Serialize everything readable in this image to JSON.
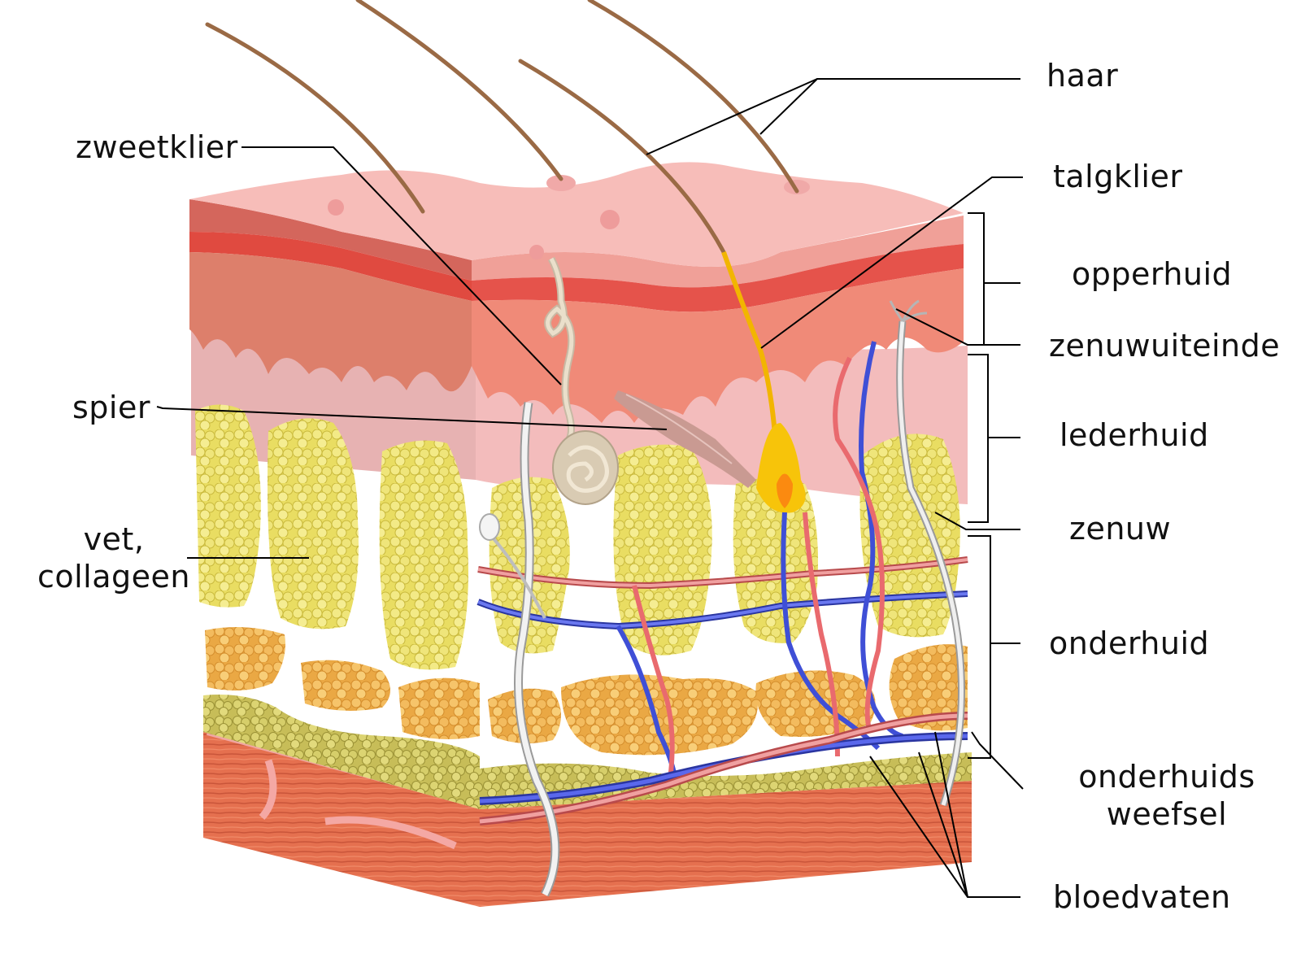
{
  "labels": {
    "haar": "haar",
    "zweetklier": "zweetklier",
    "talgklier": "talgklier",
    "opperhuid": "opperhuid",
    "zenuwuiteinde": "zenuwuiteinde",
    "spier": "spier",
    "lederhuid": "lederhuid",
    "zenuw": "zenuw",
    "vet_line1": "vet,",
    "vet_line2": "collageen",
    "onderhuid": "onderhuid",
    "onderhuids_line1": "onderhuids",
    "onderhuids_line2": "weefsel",
    "bloedvaten": "bloedvaten"
  },
  "colors": {
    "surface": "#f6b9b6",
    "epidermis_dark": "#d96f63",
    "epidermis_red": "#e14a40",
    "epidermis_mid": "#ef8e7c",
    "dermis": "#f3bcbc",
    "fat_yellow": "#ece26a",
    "fat_orange": "#f2b24f",
    "muscle": "#e2704f",
    "artery": "#e96a6e",
    "vein": "#3f4fd6",
    "nerve": "#d9d9d9",
    "hair": "#9a6a45",
    "hair_gland": "#f7c40a",
    "leader": "#000000"
  }
}
